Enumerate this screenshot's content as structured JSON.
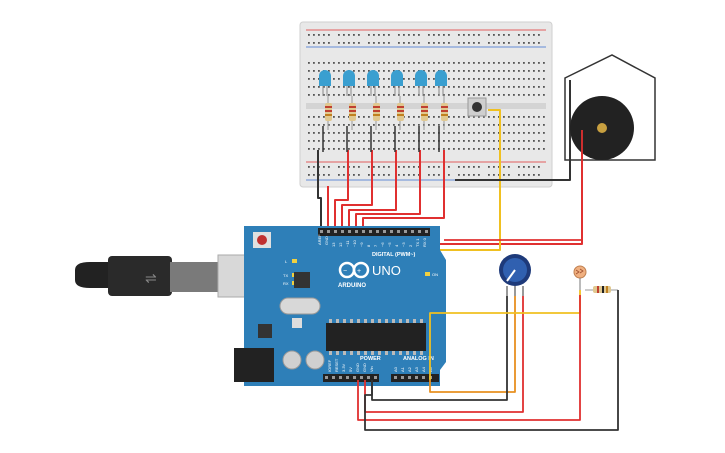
{
  "board": {
    "brand": "UNO",
    "logo_text": "ARDUINO",
    "digital_header": "DIGITAL (PWM~)",
    "power_header": "POWER",
    "analog_header": "ANALOG IN",
    "aref": "AREF",
    "gnd_top": "GND",
    "pin_labels": [
      "13",
      "12",
      "~11",
      "~10",
      "~9",
      "8",
      "7",
      "~6",
      "~5",
      "4",
      "~3",
      "2",
      "TX 1",
      "RX 0"
    ],
    "power_pins": [
      "IOREF",
      "RESET",
      "3.3V",
      "5V",
      "GND",
      "GND",
      "Vin"
    ],
    "analog_pins": [
      "A0",
      "A1",
      "A2",
      "A3",
      "A4",
      "A5"
    ],
    "led_labels": [
      "L",
      "TX",
      "RX"
    ],
    "on_label": "ON"
  },
  "colors": {
    "board": "#2e7fb8",
    "breadboard": "#e6e6e6",
    "wire_red": "#e03030",
    "wire_black": "#333333",
    "wire_yellow": "#f0c020",
    "wire_orange": "#e89020",
    "led": "#3a9fd0"
  }
}
